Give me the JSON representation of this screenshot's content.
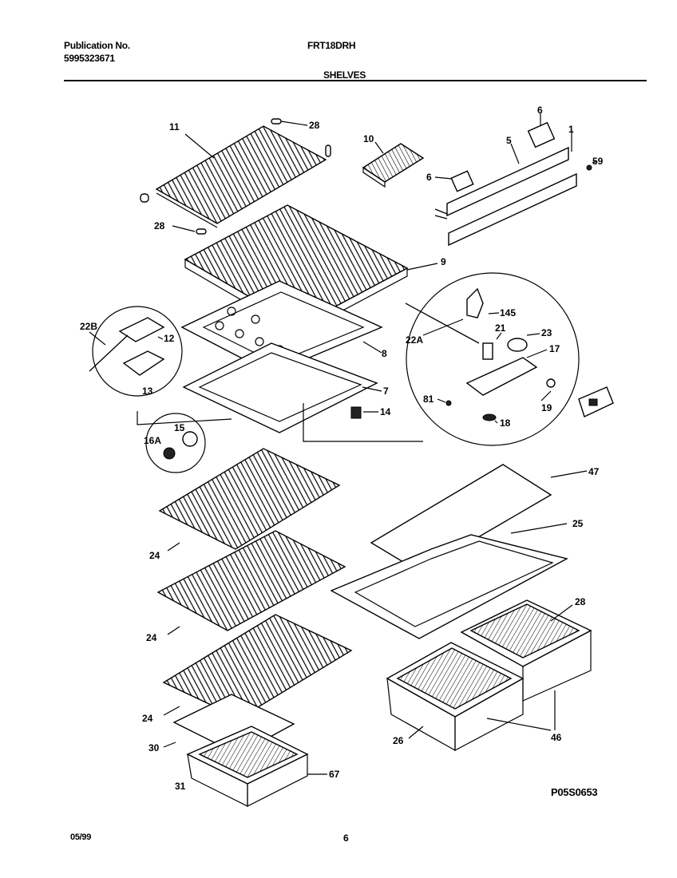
{
  "header": {
    "publication_label": "Publication No.",
    "publication_number": "5995323671",
    "model": "FRT18DRH",
    "section": "SHELVES"
  },
  "footer": {
    "date": "05/99",
    "page": "6",
    "drawing_id": "P05S0653"
  },
  "callouts": [
    "11",
    "28",
    "28",
    "10",
    "6",
    "6",
    "5",
    "1",
    "59",
    "9",
    "22B",
    "12",
    "13",
    "8",
    "7",
    "14",
    "15",
    "16A",
    "145",
    "21",
    "23",
    "22A",
    "17",
    "81",
    "19",
    "18",
    "47",
    "25",
    "24",
    "24",
    "24",
    "28",
    "26",
    "46",
    "30",
    "31",
    "67"
  ]
}
